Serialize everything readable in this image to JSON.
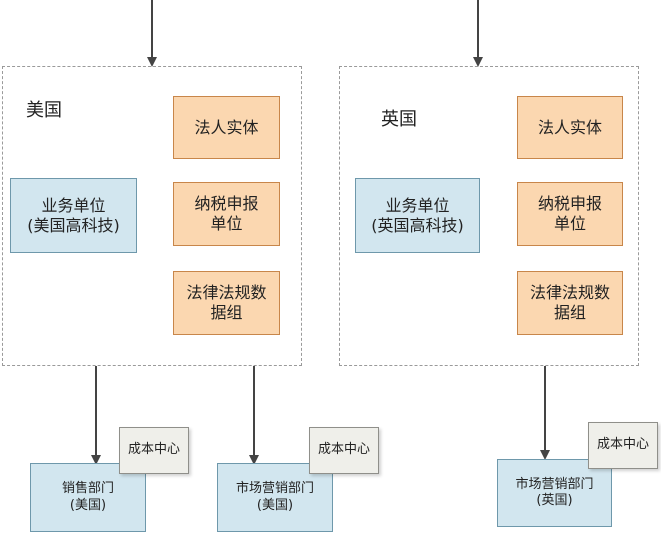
{
  "regions": [
    {
      "label": "美国",
      "entity": "法人实体",
      "tax_unit": "纳税申报\n单位",
      "legal_group": "法律法规数\n据组",
      "business_unit": "业务单位\n(美国高科技)"
    },
    {
      "label": "英国",
      "entity": "法人实体",
      "tax_unit": "纳税申报\n单位",
      "legal_group": "法律法规数\n据组",
      "business_unit": "业务单位\n(英国高科技)"
    }
  ],
  "departments": [
    {
      "name": "销售部门\n(美国)",
      "cost_center": "成本中心"
    },
    {
      "name": "市场营销部门\n(美国)",
      "cost_center": "成本中心"
    },
    {
      "name": "市场营销部门\n(英国)",
      "cost_center": "成本中心"
    }
  ],
  "colors": {
    "orange_fill": "#fbd7b0",
    "orange_border": "#c8864a",
    "blue_fill": "#d2e6ef",
    "blue_border": "#6e98ab",
    "gray_fill": "#efefea",
    "arrow": "#444444"
  }
}
